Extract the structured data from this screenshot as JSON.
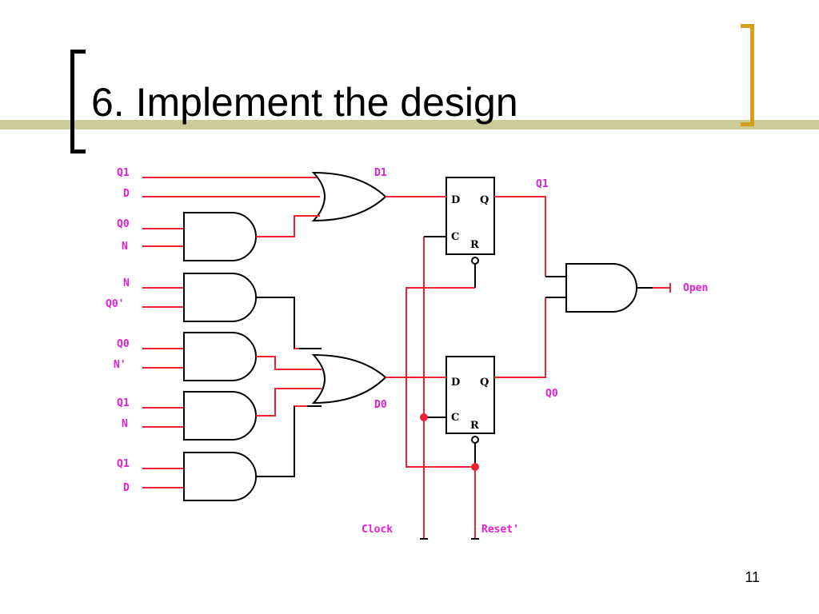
{
  "slide": {
    "title": "6. Implement the design",
    "number": "11"
  },
  "colors": {
    "accent_bar": "#cccc99",
    "bracket_left": "#000000",
    "bracket_right": "#d4a017",
    "wire": "#ee2233",
    "label": "#e020d0"
  },
  "circuit": {
    "inputs": {
      "or1": [
        "Q1",
        "D"
      ],
      "and1": [
        "Q0",
        "N"
      ],
      "and2": [
        "N",
        "Q0'"
      ],
      "and3": [
        "Q0",
        "N'"
      ],
      "and4": [
        "Q1",
        "N"
      ],
      "and5": [
        "Q1",
        "D"
      ]
    },
    "signals": {
      "d1": "D1",
      "d0": "D0",
      "q1": "Q1",
      "q0": "Q0",
      "open": "Open",
      "clock": "Clock",
      "reset": "Reset'"
    },
    "flipflop_pins": {
      "d": "D",
      "q": "Q",
      "c": "C",
      "r": "R"
    }
  }
}
